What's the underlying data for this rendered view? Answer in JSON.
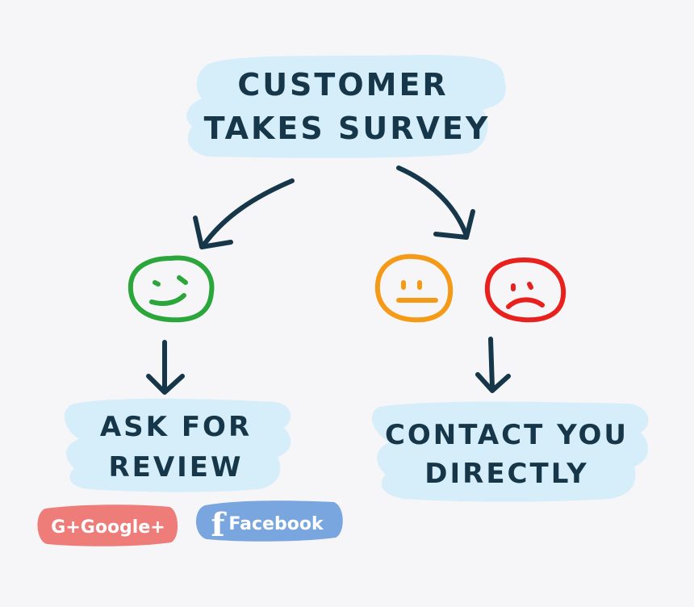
{
  "diagram": {
    "start_node": {
      "line1": "CUSTOMER",
      "line2": "TAKES SURVEY"
    },
    "left_node": {
      "line1": "ASK FOR",
      "line2": "REVIEW"
    },
    "right_node": {
      "line1": "CONTACT YOU",
      "line2": "DIRECTLY"
    },
    "faces": [
      {
        "mood": "happy",
        "color": "#2aa63a"
      },
      {
        "mood": "neutral",
        "color": "#f59a16"
      },
      {
        "mood": "sad",
        "color": "#e8201e"
      }
    ],
    "review_buttons": [
      {
        "label": "G+Google+",
        "icon": "google-plus-icon",
        "color": "#ee7d7a"
      },
      {
        "label": "Facebook",
        "icon": "facebook-f-icon",
        "glyph": "f",
        "color": "#7aa6e0"
      }
    ],
    "colors": {
      "ink": "#163649",
      "node_fill": "#d6eef9",
      "background": "#f6f6f8"
    }
  }
}
